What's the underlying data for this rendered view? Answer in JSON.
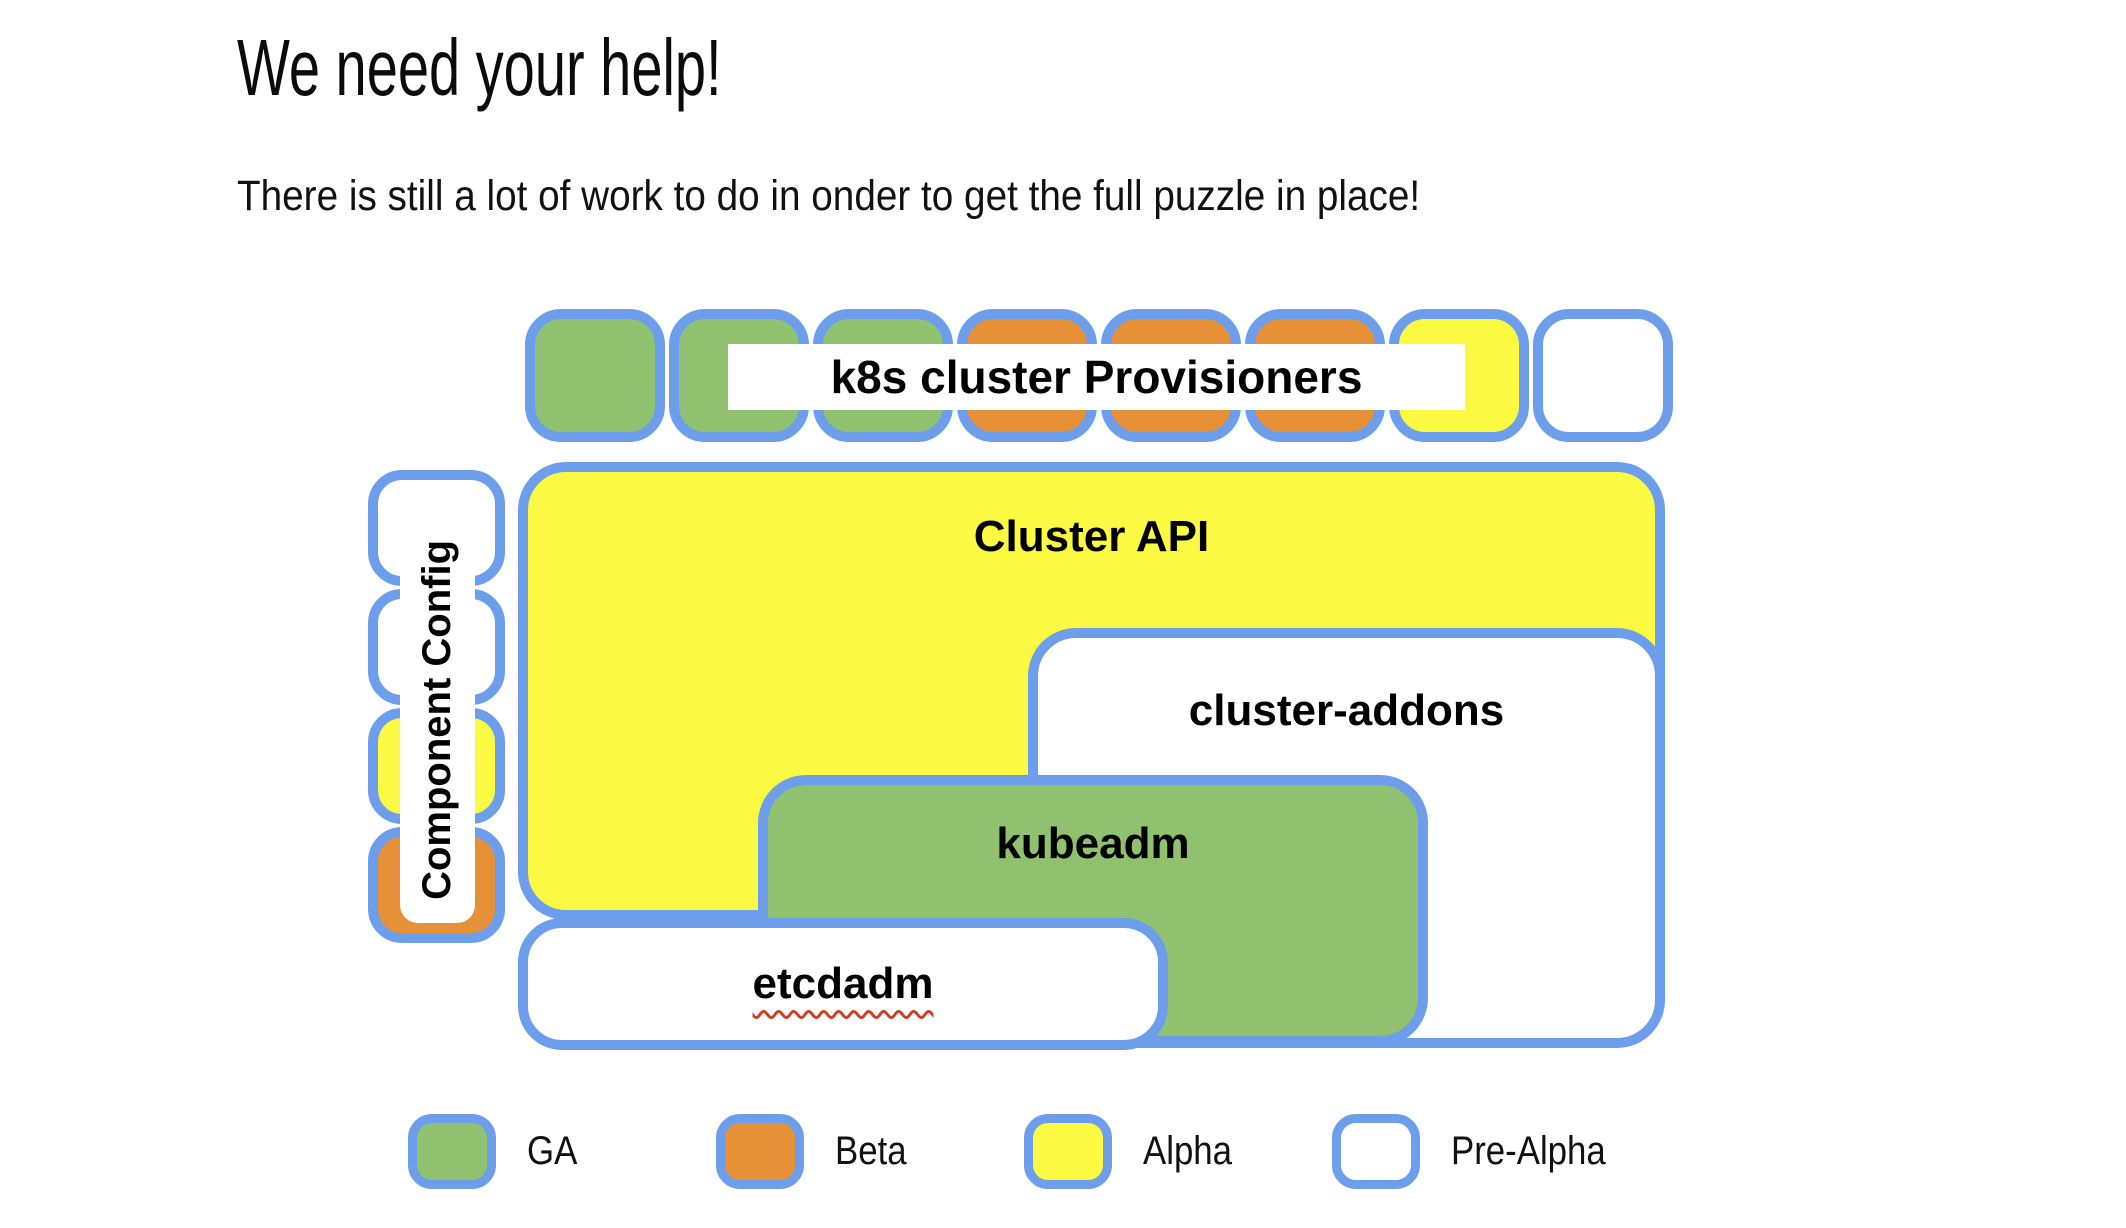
{
  "header": {
    "title": "We need your help!",
    "subtitle": "There is still a lot of work to do in onder to get the full puzzle in place!"
  },
  "colors": {
    "border_blue": "#6d9eeb",
    "ga_green": "#8fc16f",
    "beta_orange": "#e69138",
    "alpha_yellow": "#fcf943",
    "pre_alpha_white": "#ffffff",
    "misspell_red": "#cc4125",
    "text_black": "#000000"
  },
  "diagram": {
    "provisioners_label": "k8s cluster Provisioners",
    "provisioner_squares": [
      "ga",
      "ga",
      "ga",
      "beta",
      "beta",
      "beta",
      "alpha",
      "pre_alpha"
    ],
    "component_config_label": "Component Config",
    "component_config_squares": [
      "pre_alpha",
      "pre_alpha",
      "alpha",
      "beta"
    ],
    "boxes": {
      "cluster_api": {
        "label": "Cluster API",
        "status": "alpha"
      },
      "cluster_addons": {
        "label": "cluster-addons",
        "status": "pre_alpha"
      },
      "kubeadm": {
        "label": "kubeadm",
        "status": "ga"
      },
      "etcdadm": {
        "label": "etcdadm",
        "status": "pre_alpha"
      }
    }
  },
  "legend": {
    "items": [
      {
        "label": "GA",
        "status": "ga"
      },
      {
        "label": "Beta",
        "status": "beta"
      },
      {
        "label": "Alpha",
        "status": "alpha"
      },
      {
        "label": "Pre-Alpha",
        "status": "pre_alpha"
      }
    ]
  }
}
